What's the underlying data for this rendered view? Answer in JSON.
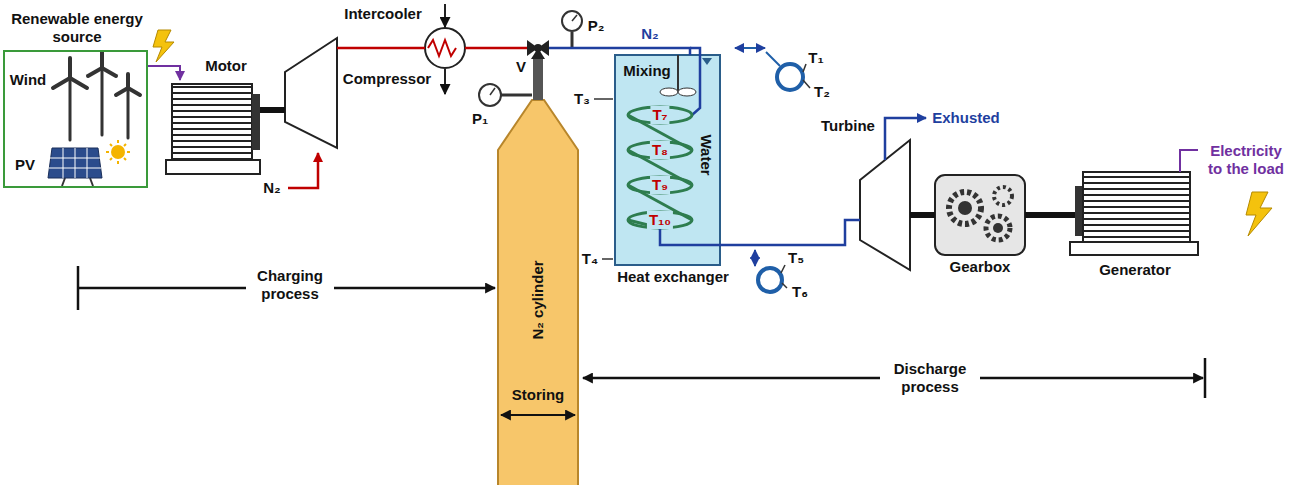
{
  "diagram": {
    "nodes": [
      {
        "text": [
          "Renewable energy source"
        ]
      },
      {
        "text": [
          "Motor"
        ]
      },
      {
        "text": [
          "Compressor"
        ]
      },
      {
        "text": [
          "Intercooler"
        ]
      },
      {
        "text": [
          "V"
        ]
      },
      {
        "text": [
          "N₂ cylinder",
          "Storing"
        ]
      },
      {
        "text": [
          "Mixing",
          "Water",
          "Heat exchanger"
        ]
      },
      {
        "text": [
          "Turbine"
        ]
      },
      {
        "text": [
          "Gearbox"
        ]
      },
      {
        "text": [
          "Generator"
        ]
      }
    ],
    "edges": [
      {
        "from": 0,
        "to": 1,
        "arrow": "to"
      },
      {
        "from": 1,
        "to": 2,
        "arrow": "none"
      },
      {
        "from": 2,
        "to": 3,
        "arrow": "none"
      },
      {
        "from": 3,
        "to": 4,
        "arrow": "none"
      },
      {
        "from": 4,
        "to": 5,
        "arrow": "none"
      },
      {
        "from": 4,
        "to": 6,
        "label": "N₂",
        "arrow": "none"
      },
      {
        "from": 6,
        "to": 7,
        "arrow": "none"
      },
      {
        "from": 7,
        "to": 8,
        "arrow": "none"
      },
      {
        "from": 8,
        "to": 9,
        "arrow": "none"
      }
    ],
    "labels": [
      "Wind",
      "PV",
      "N₂",
      "P₁",
      "P₂",
      "T₁",
      "T₂",
      "T₃",
      "T₄",
      "T₅",
      "T₆",
      "T₇",
      "T₈",
      "T₉",
      "T₁₀",
      "Exhusted",
      "Electricity to the load",
      "Charging process",
      "Discharge process"
    ]
  }
}
